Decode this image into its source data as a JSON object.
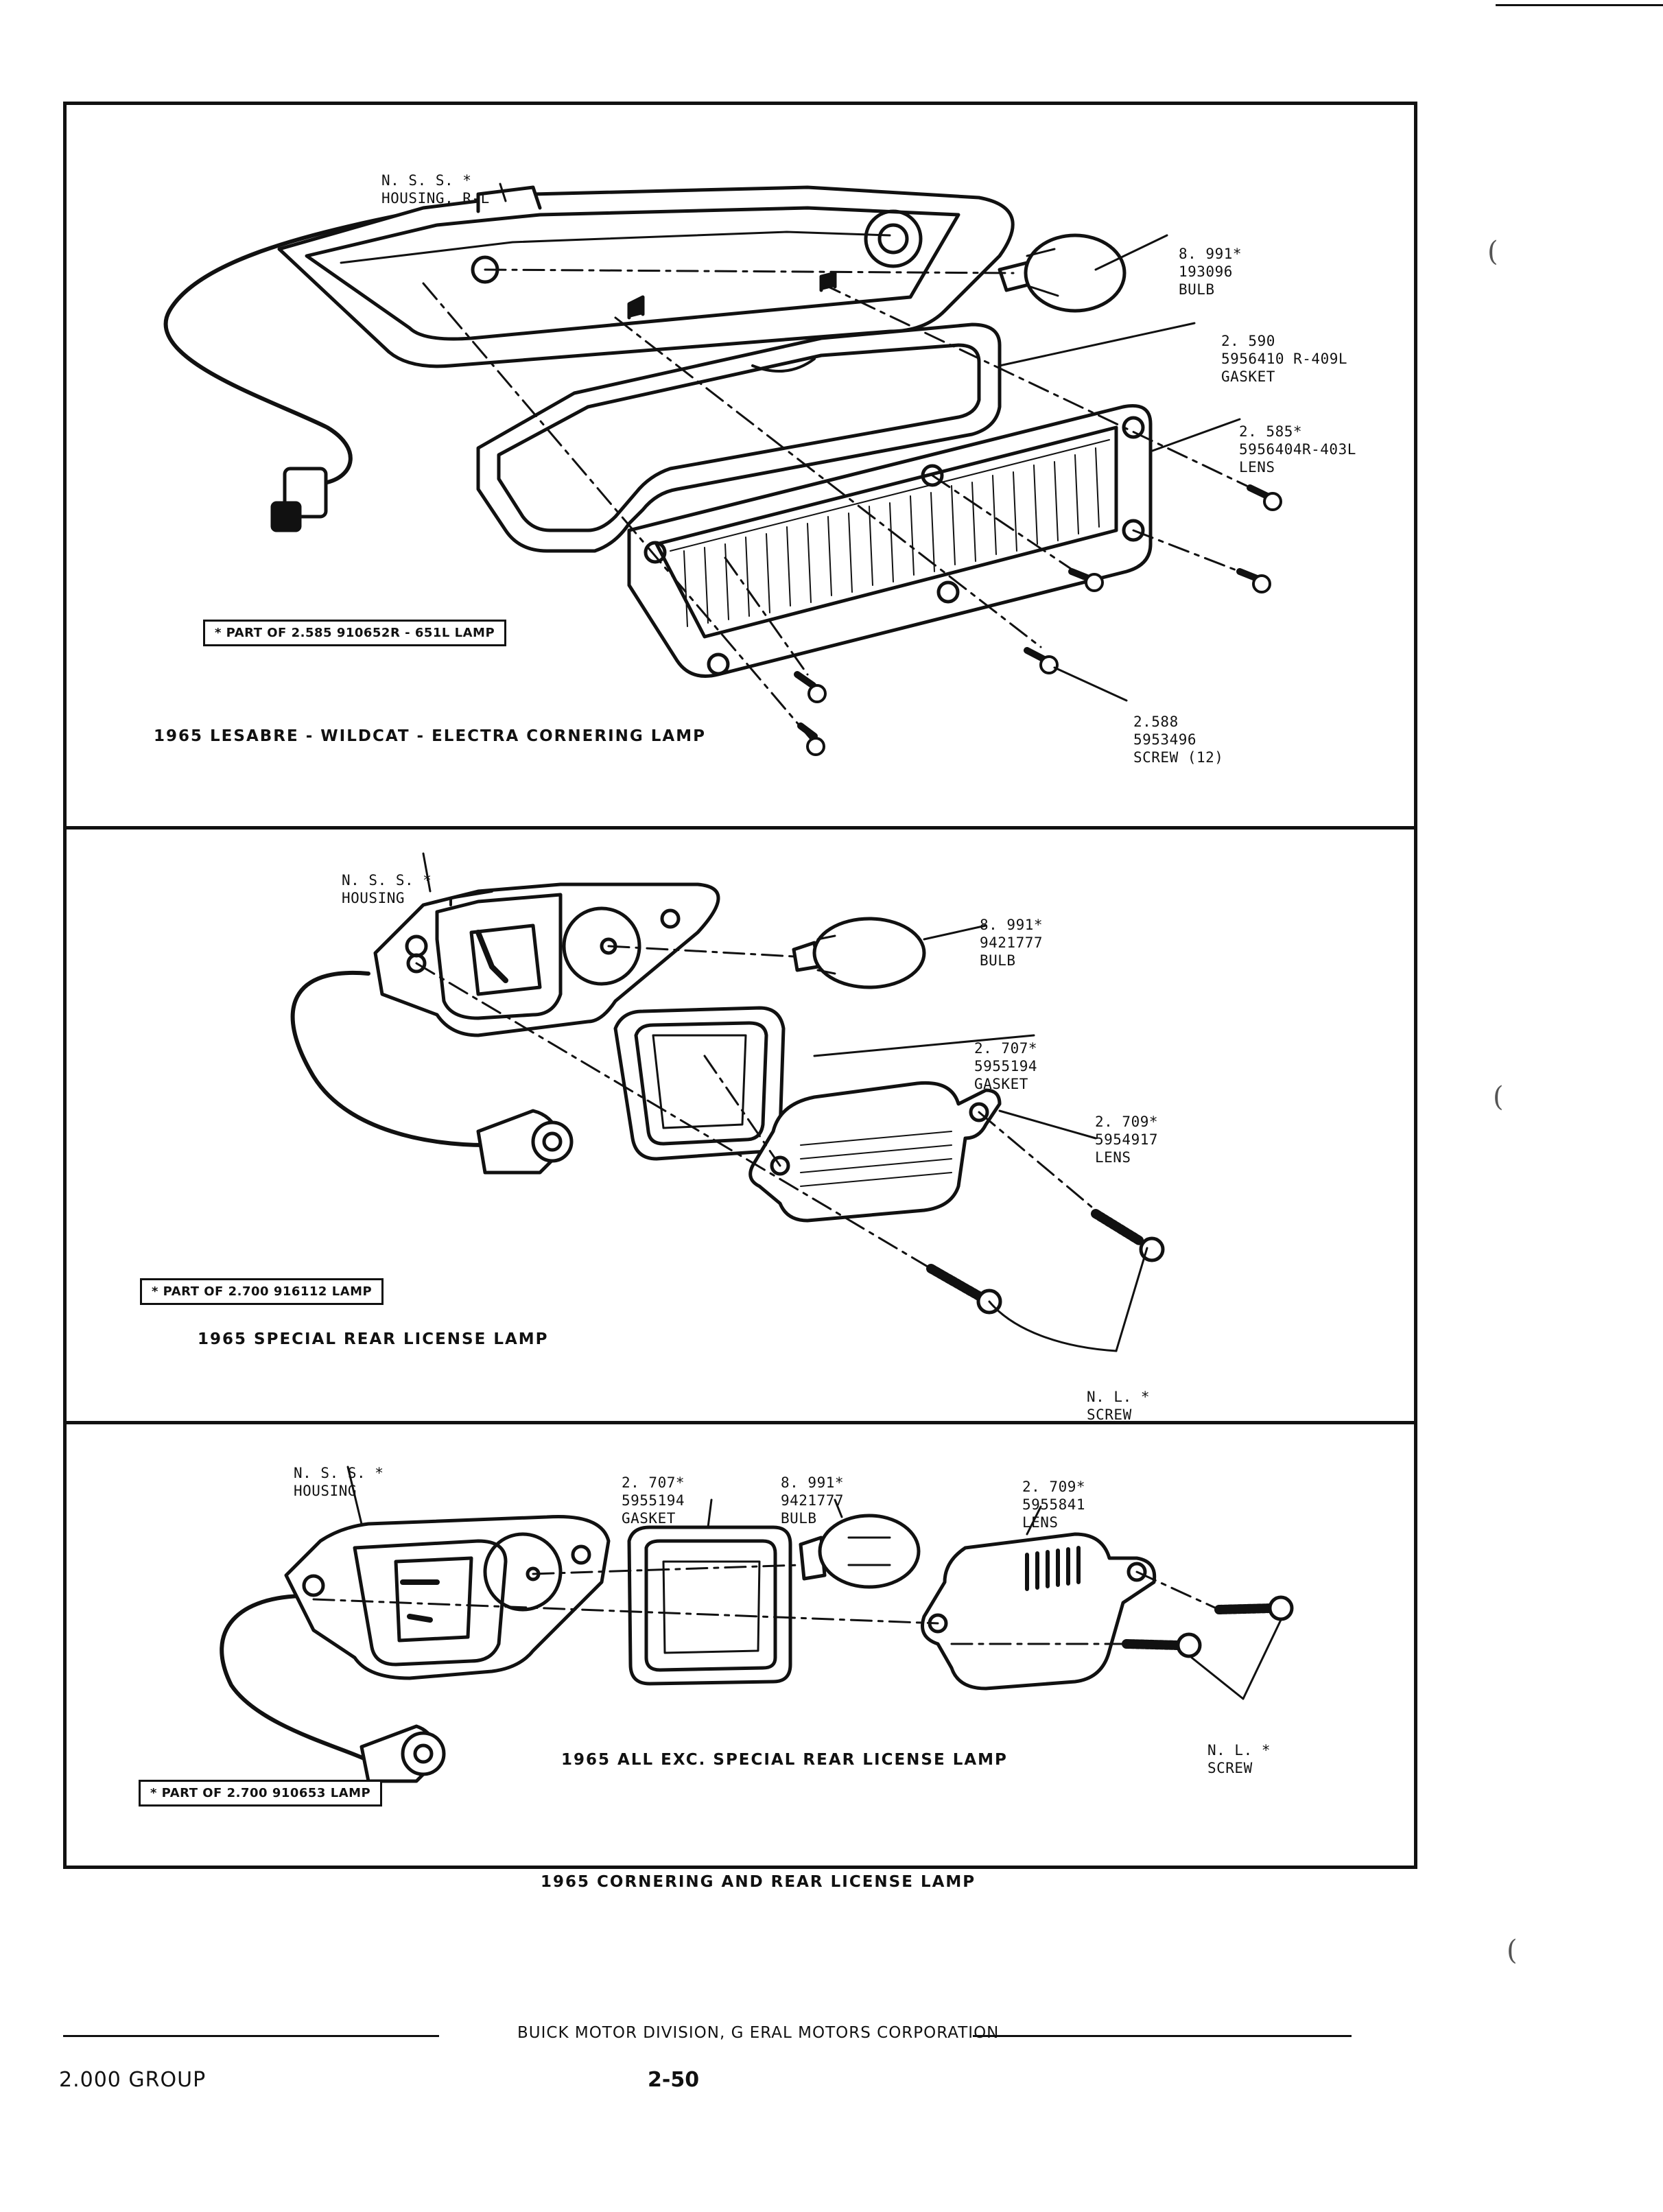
{
  "figure_title": "1965 CORNERING AND REAR LICENSE LAMP",
  "panels": [
    {
      "caption": "1965 LESABRE - WILDCAT - ELECTRA CORNERING LAMP",
      "note": "* PART OF 2.585 910652R - 651L LAMP",
      "parts": [
        {
          "lines": [
            "N. S. S. *",
            "HOUSING, R-L"
          ]
        },
        {
          "lines": [
            "8. 991*",
            "193096",
            "BULB"
          ]
        },
        {
          "lines": [
            "2. 590",
            "5956410 R-409L",
            "GASKET"
          ]
        },
        {
          "lines": [
            "2. 585*",
            "5956404R-403L",
            "LENS"
          ]
        },
        {
          "lines": [
            "2.588",
            "5953496",
            "SCREW (12)"
          ]
        }
      ]
    },
    {
      "caption": "1965 SPECIAL REAR LICENSE LAMP",
      "note": "* PART OF 2.700 916112 LAMP",
      "parts": [
        {
          "lines": [
            "N. S. S. *",
            "HOUSING"
          ]
        },
        {
          "lines": [
            "8. 991*",
            "9421777",
            "BULB"
          ]
        },
        {
          "lines": [
            "2. 707*",
            "5955194",
            "GASKET"
          ]
        },
        {
          "lines": [
            "2. 709*",
            "5954917",
            "LENS"
          ]
        },
        {
          "lines": [
            "N. L. *",
            "SCREW"
          ]
        }
      ]
    },
    {
      "caption": "1965 ALL EXC. SPECIAL REAR LICENSE LAMP",
      "note": "* PART OF 2.700 910653 LAMP",
      "parts": [
        {
          "lines": [
            "N. S. S. *",
            "HOUSING"
          ]
        },
        {
          "lines": [
            "2. 707*",
            "5955194",
            "GASKET"
          ]
        },
        {
          "lines": [
            "8. 991*",
            "9421777",
            "BULB"
          ]
        },
        {
          "lines": [
            "2. 709*",
            "5955841",
            "LENS"
          ]
        },
        {
          "lines": [
            "N. L. *",
            "SCREW"
          ]
        }
      ]
    }
  ],
  "footer": {
    "publisher": "BUICK MOTOR DIVISION, G   ERAL MOTORS CORPORATION",
    "group": "2.000 GROUP",
    "page": "2-50"
  }
}
